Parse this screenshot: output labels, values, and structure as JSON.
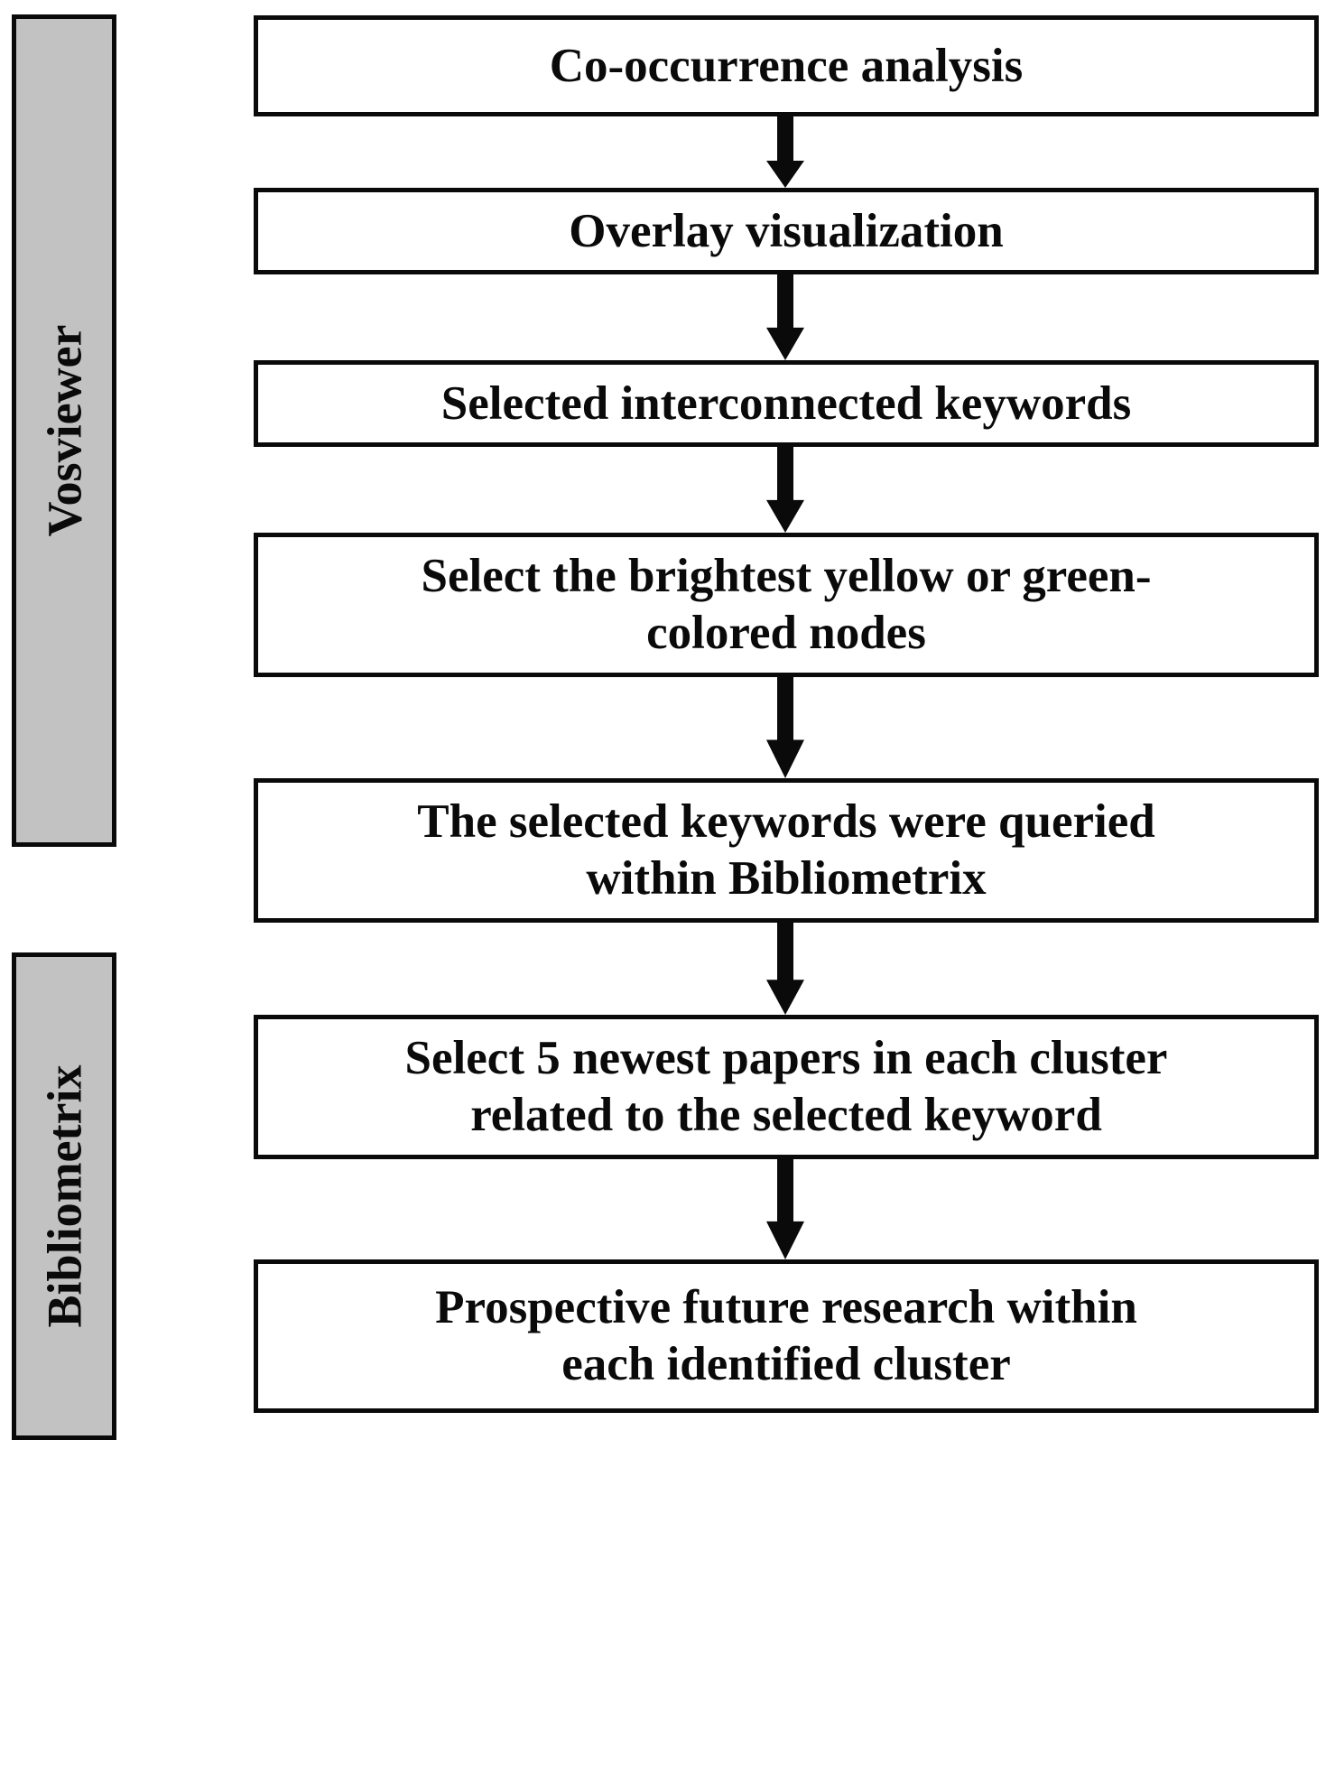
{
  "diagram": {
    "type": "flowchart",
    "orientation": "vertical",
    "colors": {
      "stage_bar_fill": "#c2c2c2",
      "stroke": "#0a0a0a",
      "box_fill": "#ffffff",
      "arrow_fill": "#0a0a0a",
      "page_background": "#ffffff"
    },
    "stages": [
      {
        "id": "vosviewer",
        "label": "Vosviewer",
        "orientation": "vertical-rotated",
        "covers_steps": [
          0,
          1,
          2,
          3
        ]
      },
      {
        "id": "bibliometrix",
        "label": "Bibliometrix",
        "orientation": "vertical-rotated",
        "covers_steps": [
          4,
          5
        ]
      }
    ],
    "steps": [
      {
        "id": "step-1",
        "text": "Co-occurrence analysis",
        "lines": [
          "Co-occurrence analysis"
        ]
      },
      {
        "id": "step-2",
        "text": "Overlay visualization",
        "lines": [
          "Overlay visualization"
        ]
      },
      {
        "id": "step-3",
        "text": "Selected interconnected keywords",
        "lines": [
          "Selected interconnected keywords"
        ]
      },
      {
        "id": "step-4",
        "text": "Select the brightest yellow or green-colored nodes",
        "lines": [
          "Select the brightest yellow or green-",
          "colored nodes"
        ]
      },
      {
        "id": "step-5",
        "text": "The selected keywords were queried within Bibliometrix",
        "lines": [
          "The selected keywords were queried",
          "within Bibliometrix"
        ]
      },
      {
        "id": "step-6",
        "text": "Select 5 newest papers in each cluster related to the selected keyword",
        "lines": [
          "Select 5 newest papers in each cluster",
          "related to the selected keyword"
        ]
      },
      {
        "id": "step-7",
        "text": "Prospective future research within each identified cluster",
        "lines": [
          "Prospective future research within",
          "each identified cluster"
        ]
      }
    ],
    "connectors": [
      {
        "id": "arrow-1",
        "from": "step-1",
        "to": "step-2",
        "direction": "down",
        "icon": "down-arrow-icon"
      },
      {
        "id": "arrow-2",
        "from": "step-2",
        "to": "step-3",
        "direction": "down",
        "icon": "down-arrow-icon"
      },
      {
        "id": "arrow-3",
        "from": "step-3",
        "to": "step-4",
        "direction": "down",
        "icon": "down-arrow-icon"
      },
      {
        "id": "arrow-4",
        "from": "step-4",
        "to": "step-5",
        "direction": "down",
        "icon": "down-arrow-icon"
      },
      {
        "id": "arrow-5",
        "from": "step-5",
        "to": "step-6",
        "direction": "down",
        "icon": "down-arrow-icon"
      },
      {
        "id": "arrow-6",
        "from": "step-6",
        "to": "step-7",
        "direction": "down",
        "icon": "down-arrow-icon"
      }
    ]
  }
}
